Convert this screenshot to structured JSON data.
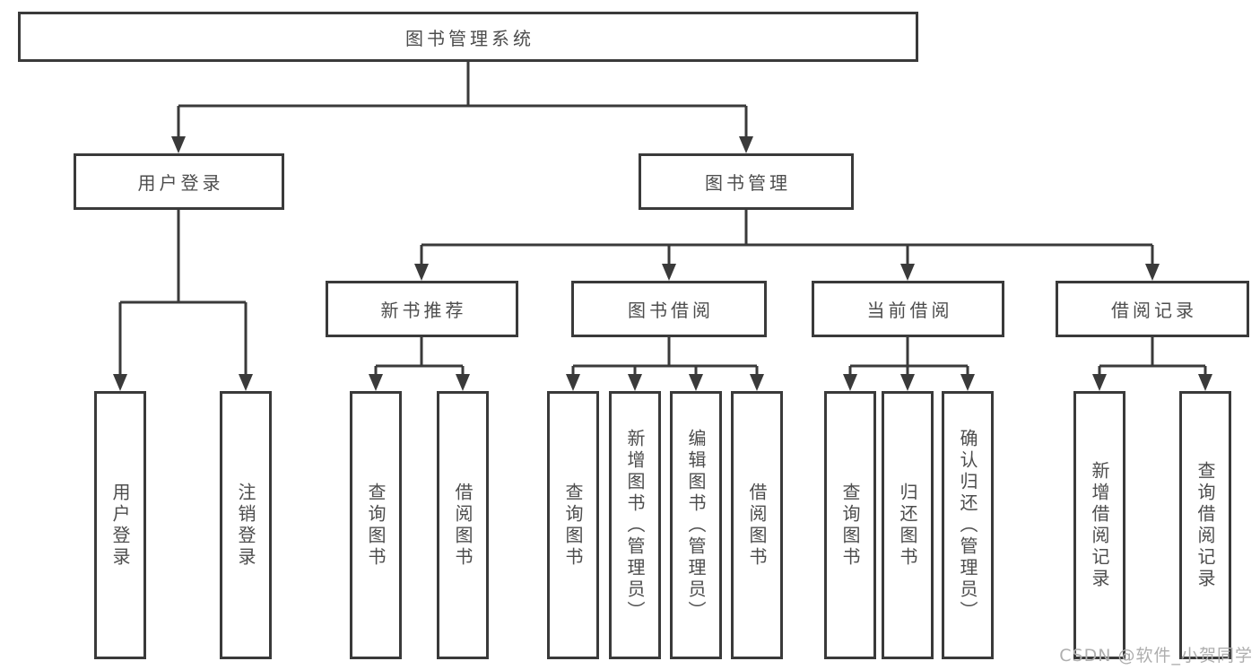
{
  "diagram": {
    "root": "图书管理系统",
    "user_login": {
      "label": "用户登录",
      "children": [
        "用户登录",
        "注销登录"
      ]
    },
    "book_mgmt": {
      "label": "图书管理",
      "sections": {
        "new_book": {
          "label": "新书推荐",
          "children": [
            "查询图书",
            "借阅图书"
          ]
        },
        "book_borrow": {
          "label": "图书借阅",
          "children": [
            "查询图书",
            "新增图书（管理员）",
            "编辑图书（管理员）",
            "借阅图书"
          ]
        },
        "current_borrow": {
          "label": "当前借阅",
          "children": [
            "查询图书",
            "归还图书",
            "确认归还（管理员）"
          ]
        },
        "borrow_record": {
          "label": "借阅记录",
          "children": [
            "新增借阅记录",
            "查询借阅记录"
          ]
        }
      }
    }
  },
  "watermark": "CSDN @软件_小贺同学",
  "colors": {
    "line": "#3a3a3a",
    "text": "#4d4d4d",
    "watermark": "#aeaeae",
    "background": "#ffffff"
  }
}
